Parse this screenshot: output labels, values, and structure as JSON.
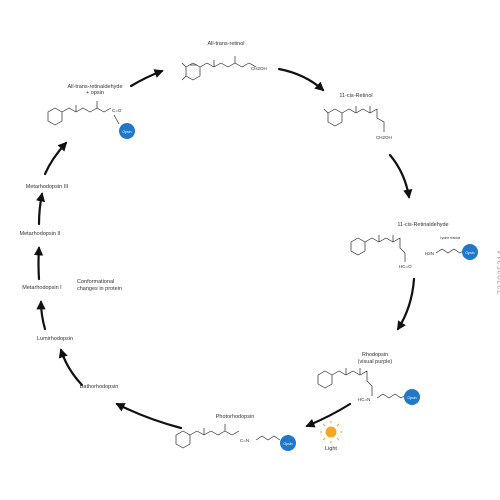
{
  "colors": {
    "line": "#2a2a2a",
    "arrow": "#111111",
    "protein": "#1f78c8",
    "sun": "#f5a623"
  },
  "molecules": {
    "all_trans_retinol": {
      "name": "All-trans-retinol",
      "end_group": "CH2OH"
    },
    "cis_retinol": {
      "name": "11-cis-Retinol",
      "end_group": "CH2OH"
    },
    "cis_retinaldehyde": {
      "name": "11-cis-Retinaldehyde",
      "end_group": "HC=O",
      "opsin_caption": "Lysine residue",
      "opsin_group": "H2N",
      "protein_label": "Opsin"
    },
    "rhodopsin": {
      "name": "Rhodopsin",
      "subname": "(visual purple)",
      "link_group": "HC=N",
      "protein_label": "Opsin"
    },
    "photorhodopsin": {
      "name": "Photorhodopsin",
      "link_group": "C=N",
      "protein_label": "Opsin"
    },
    "all_trans_retinaldehyde": {
      "name": "All-trans-retinaldehyde",
      "subname": "+ opsin",
      "end_group": "C=O",
      "protein_label": "Opsin"
    }
  },
  "light_label": "Light",
  "intermediates": {
    "bathorhodopsin": "Bathorhodopsin",
    "lumirhodopsin": "Lumirhodopsin",
    "metarhodopsin_1": "Metarhodopsin I",
    "conformational": "Conformational changes in protein",
    "metarhodopsin_2": "Metarhodopsin II",
    "metarhodopsin_3": "Metarhodopsin III"
  },
  "watermark": "737925314"
}
